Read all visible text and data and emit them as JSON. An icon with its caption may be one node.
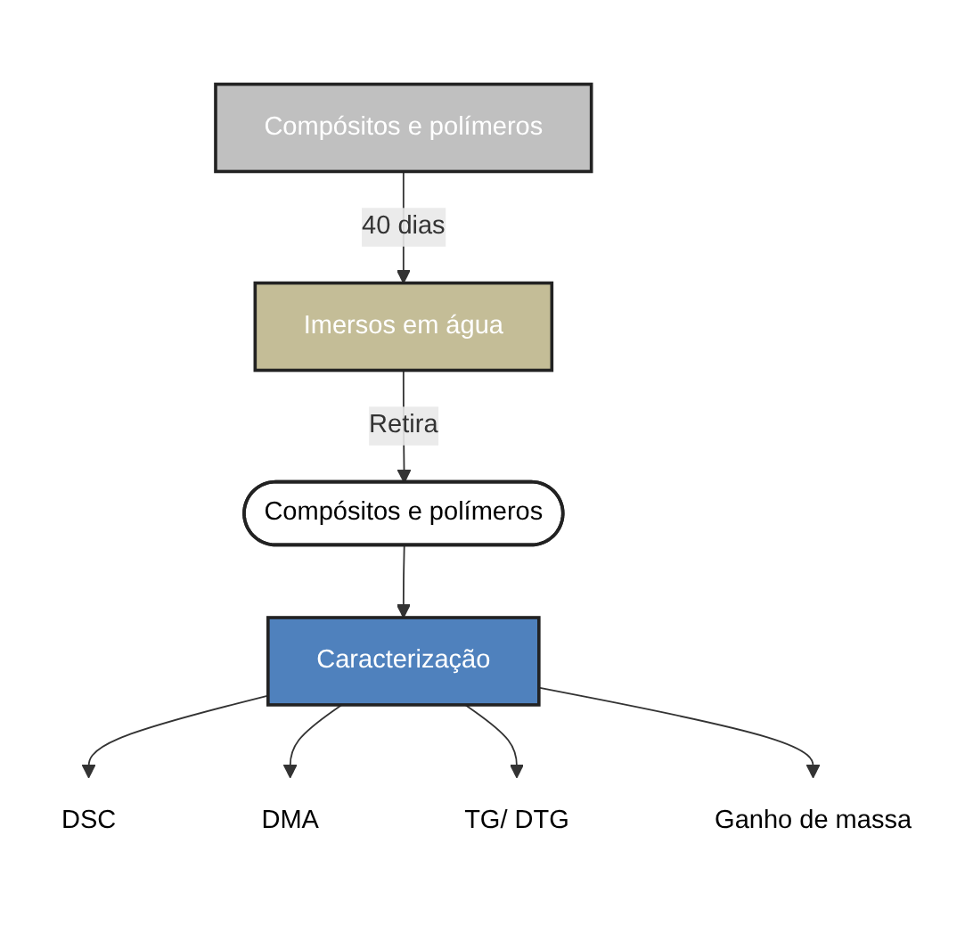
{
  "diagram": {
    "nodes": [
      {
        "text": [
          "Compósitos e polímeros"
        ]
      },
      {
        "text": [
          "Imersos em água"
        ]
      },
      {
        "text": [
          "Compósitos e polímeros"
        ]
      },
      {
        "text": [
          "Caracterização"
        ]
      },
      {
        "text": [
          "DSC"
        ]
      },
      {
        "text": [
          "DMA"
        ]
      },
      {
        "text": [
          "TG/ DTG"
        ]
      },
      {
        "text": [
          "Ganho de massa"
        ]
      }
    ],
    "edges": [
      {
        "from": 0,
        "to": 1,
        "arrow": "to",
        "label": "40 dias"
      },
      {
        "from": 1,
        "to": 2,
        "arrow": "to",
        "label": "Retira"
      },
      {
        "from": 2,
        "to": 3,
        "arrow": "to"
      },
      {
        "from": 3,
        "to": 4,
        "arrow": "to"
      },
      {
        "from": 3,
        "to": 5,
        "arrow": "to"
      },
      {
        "from": 3,
        "to": 6,
        "arrow": "to"
      },
      {
        "from": 3,
        "to": 7,
        "arrow": "to"
      }
    ]
  }
}
